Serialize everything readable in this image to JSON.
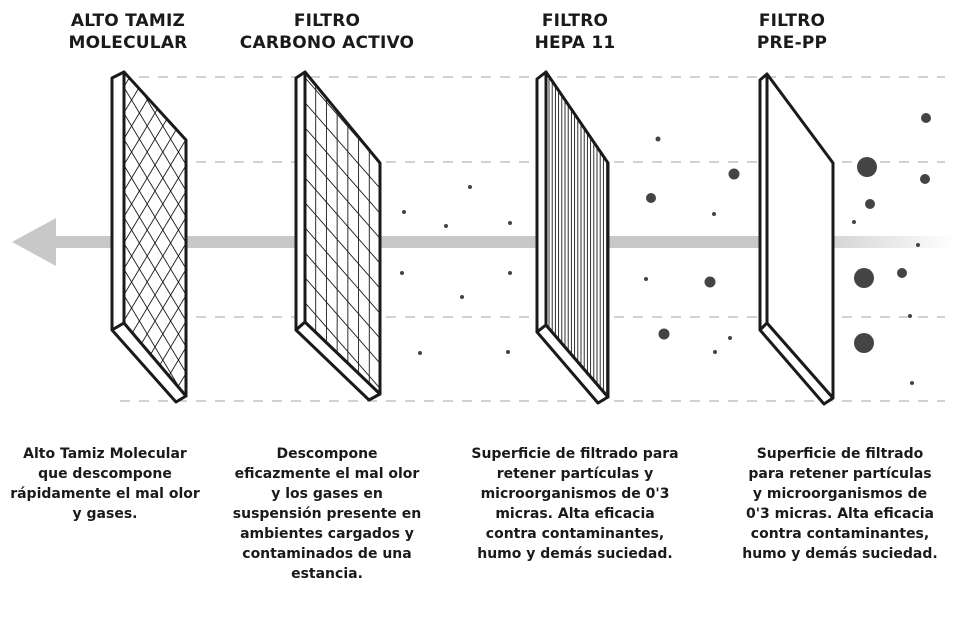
{
  "colors": {
    "frame": "#1a1a1a",
    "arrow": "#c8c8c8",
    "dashes": "#b8b8b8",
    "particle": "#444444",
    "text": "#1a1a1a"
  },
  "filters": [
    {
      "title_line1": "ALTO TAMIZ",
      "title_line2": "MOLECULAR",
      "mesh": "diamond-lattice",
      "description": "Alto Tamiz Molecular que descompone rápidamente el mal olor y gases."
    },
    {
      "title_line1": "FILTRO",
      "title_line2": "CARBONO ACTIVO",
      "mesh": "square-grid",
      "description": "Descompone eficazmente el mal olor y los gases en suspensión presente en ambientes cargados y contaminados de una estancia."
    },
    {
      "title_line1": "FILTRO",
      "title_line2": "HEPA 11",
      "mesh": "fine-vertical-pleats",
      "description": "Superficie de filtrado para retener partículas y microorganismos de 0'3 micras. Alta eficacia contra contaminantes, humo y demás suciedad."
    },
    {
      "title_line1": "FILTRO",
      "title_line2": "PRE-PP",
      "mesh": "plain",
      "description": "Superficie de filtrado para retener partículas y microorganismos de 0'3 micras. Alta eficacia contra contaminantes, humo y demás suciedad."
    }
  ],
  "airflow_direction": "right-to-left",
  "particle_trend": "particle size decreases from right to left"
}
